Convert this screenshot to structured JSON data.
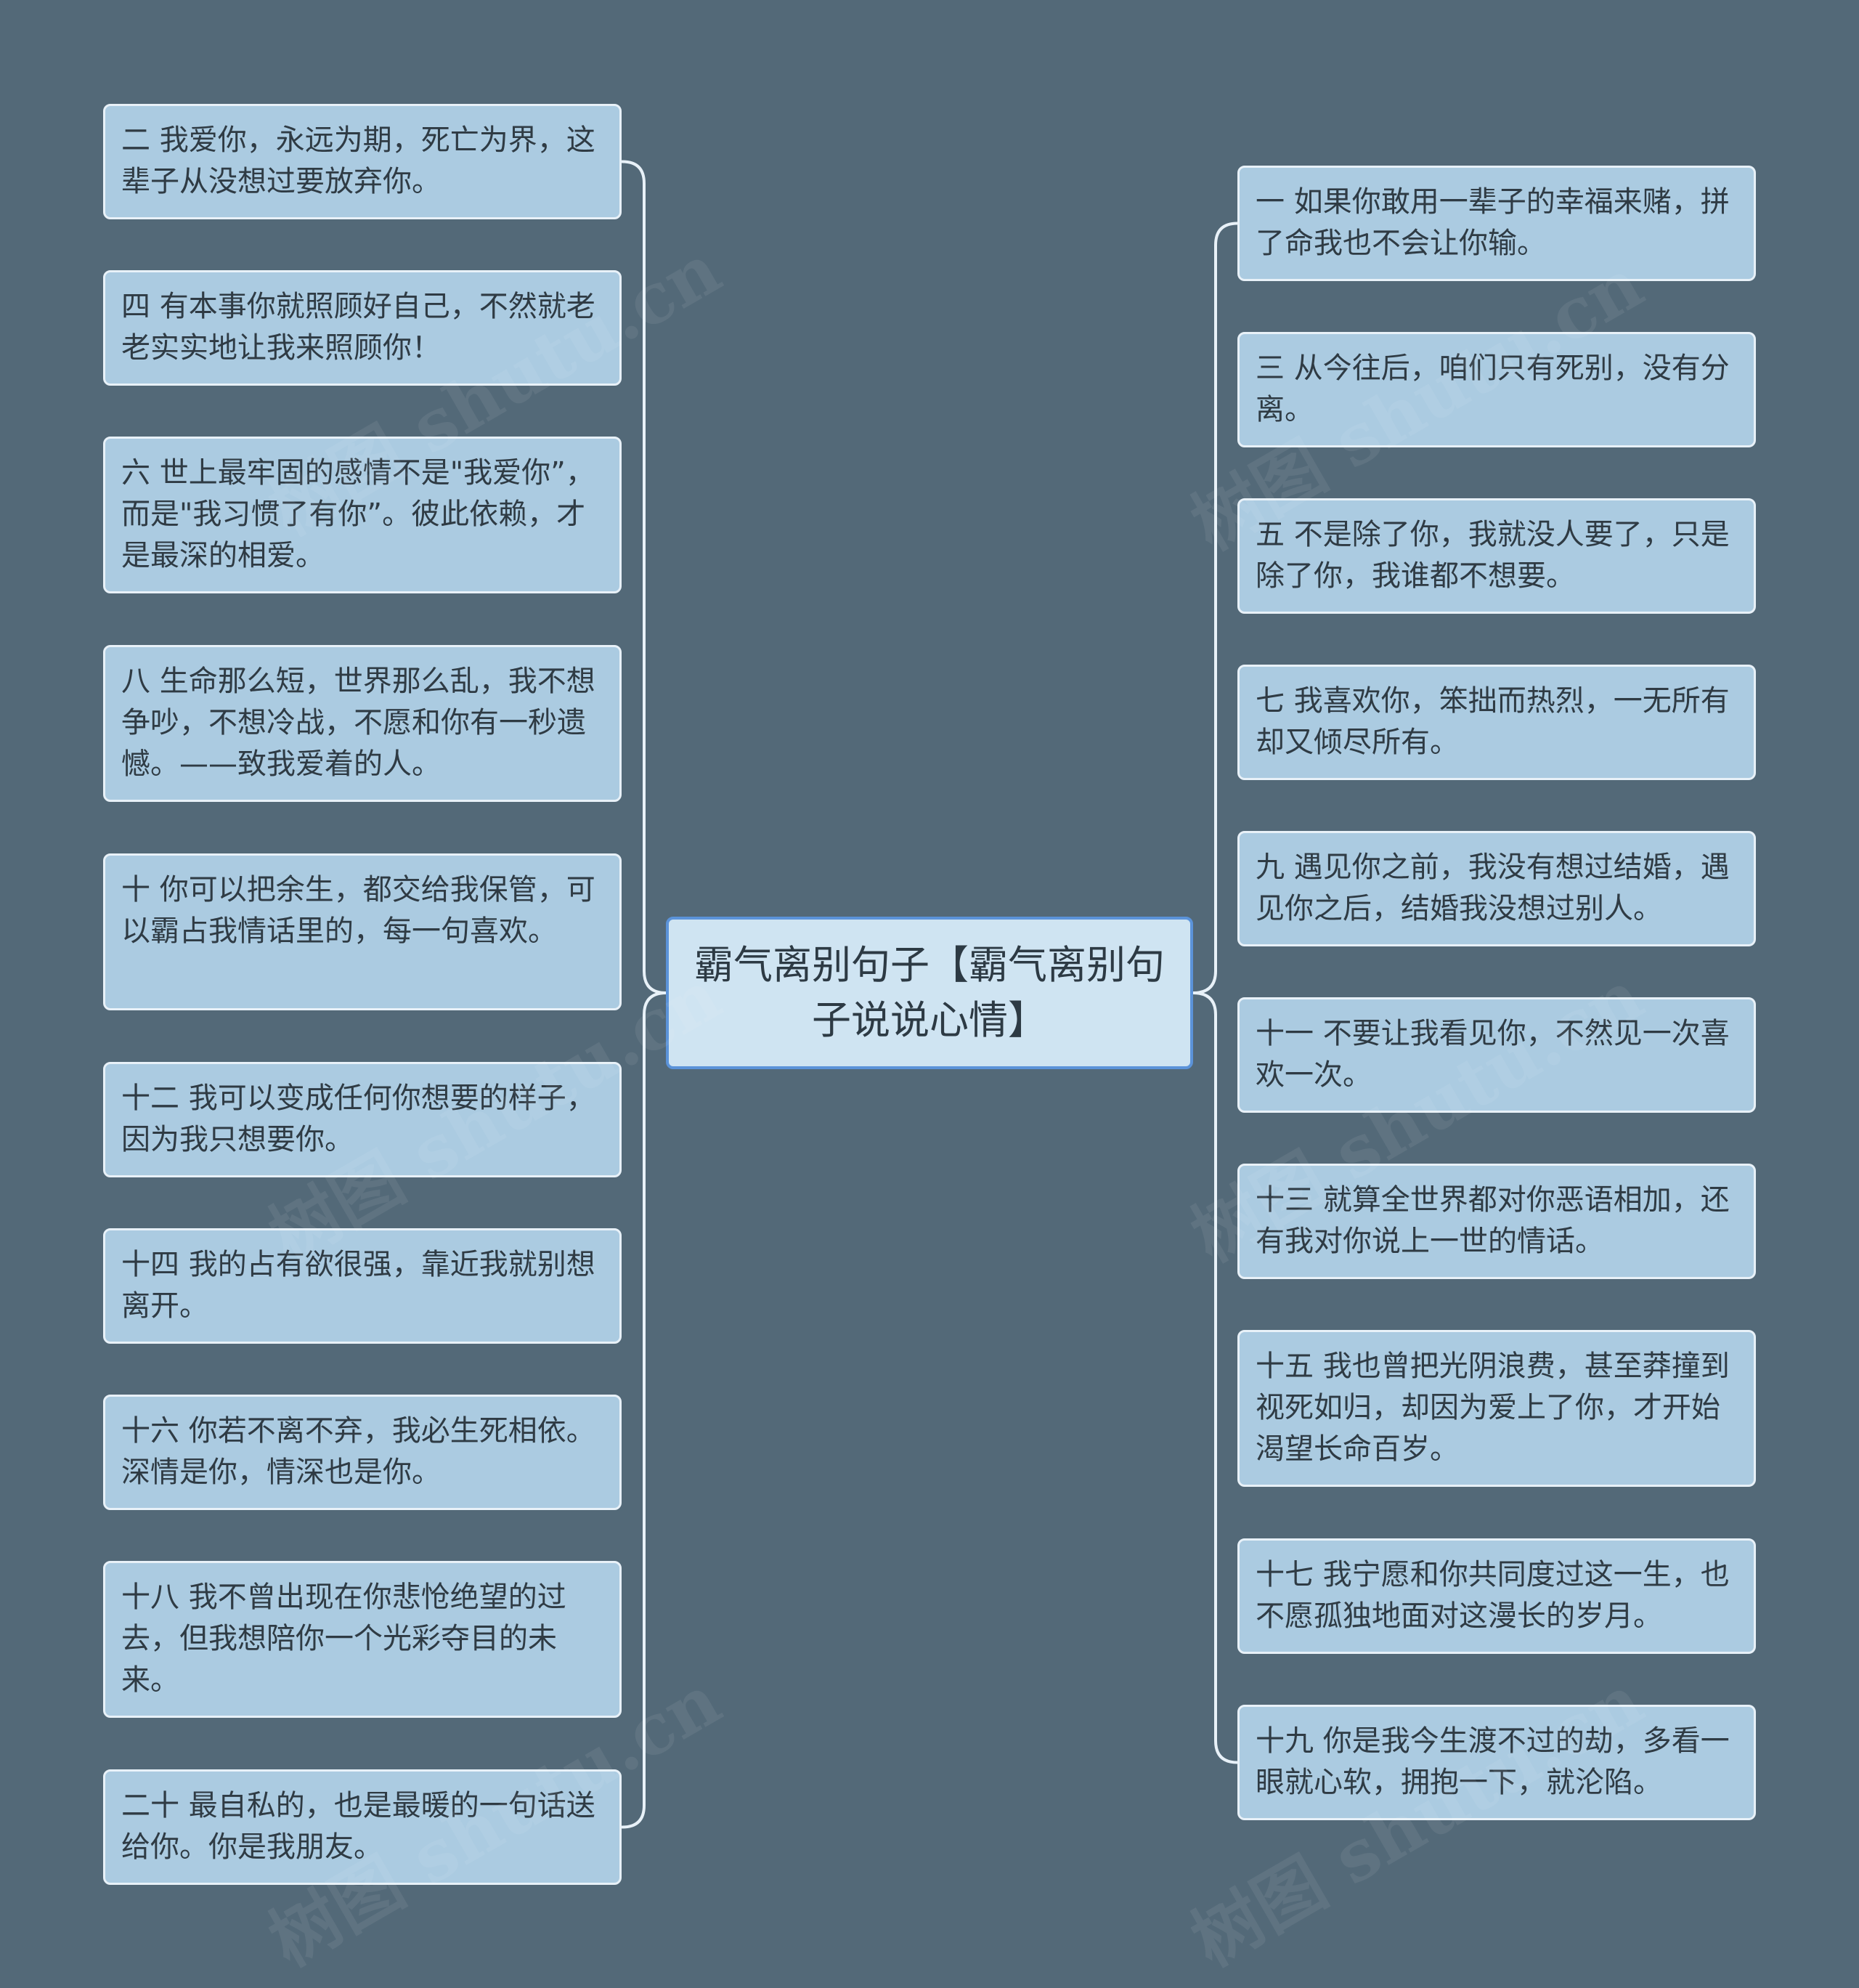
{
  "title": "霸气离别句子【霸气离别句子说说心情】",
  "watermark": "树图 shutu.cn",
  "colors": {
    "background": "#536978",
    "node_fill": "#abcbe1",
    "node_border": "#e8f1f8",
    "central_fill": "#cfe4f2",
    "central_border": "#5b93d9",
    "connector": "#e8f1f8"
  },
  "left_branches": [
    {
      "label": "二 我爱你，永远为期，死亡为界，这辈子从没想过要放弃你。"
    },
    {
      "label": "四 有本事你就照顾好自己，不然就老老实实地让我来照顾你！"
    },
    {
      "label": "六 世上最牢固的感情不是\"我爱你”，而是\"我习惯了有你”。彼此依赖，才是最深的相爱。"
    },
    {
      "label": "八 生命那么短，世界那么乱，我不想争吵，不想冷战，不愿和你有一秒遗憾。——致我爱着的人。"
    },
    {
      "label": "十 你可以把余生，都交给我保管，可以霸占我情话里的，每一句喜欢。"
    },
    {
      "label": "十二 我可以变成任何你想要的样子，因为我只想要你。"
    },
    {
      "label": "十四 我的占有欲很强，靠近我就别想离开。"
    },
    {
      "label": "十六 你若不离不弃，我必生死相依。深情是你，情深也是你。"
    },
    {
      "label": "十八 我不曾出现在你悲怆绝望的过去，但我想陪你一个光彩夺目的未来。"
    },
    {
      "label": "二十 最自私的，也是最暖的一句话送给你。你是我朋友。"
    }
  ],
  "right_branches": [
    {
      "label": "一 如果你敢用一辈子的幸福来赌，拼了命我也不会让你输。"
    },
    {
      "label": "三 从今往后，咱们只有死别，没有分离。"
    },
    {
      "label": "五 不是除了你，我就没人要了，只是除了你，我谁都不想要。"
    },
    {
      "label": "七 我喜欢你，笨拙而热烈，一无所有却又倾尽所有。"
    },
    {
      "label": "九 遇见你之前，我没有想过结婚，遇见你之后，结婚我没想过别人。"
    },
    {
      "label": "十一 不要让我看见你，不然见一次喜欢一次。"
    },
    {
      "label": "十三 就算全世界都对你恶语相加，还有我对你说上一世的情话。"
    },
    {
      "label": "十五 我也曾把光阴浪费，甚至莽撞到视死如归，却因为爱上了你，才开始渴望长命百岁。"
    },
    {
      "label": "十七 我宁愿和你共同度过这一生，也不愿孤独地面对这漫长的岁月。"
    },
    {
      "label": "十九 你是我今生渡不过的劫，多看一眼就心软，拥抱一下，就沦陷。"
    }
  ]
}
